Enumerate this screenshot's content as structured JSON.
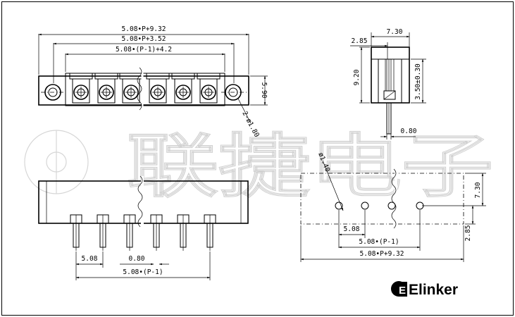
{
  "dimensions": {
    "top_overall": "5.08•P+9.32",
    "top_middle": "5.08•P+3.52",
    "top_inner": "5.08•(P-1)+4.2",
    "top_height": "5.90",
    "top_holes": "2-ø1.80",
    "side_depth": "7.30",
    "side_offset": "2.85",
    "side_height": "9.20",
    "side_pin_height": "3.50±0.30",
    "side_pin_width": "0.80",
    "front_pitch": "5.08",
    "front_pin_width": "0.80",
    "front_pin_span": "5.08•(P-1)",
    "pcb_hole_dia": "ø1.40",
    "pcb_pitch": "5.08",
    "pcb_pin_span": "5.08•(P-1)",
    "pcb_overall": "5.08•P+9.32",
    "pcb_depth": "7.30",
    "pcb_offset": "2.85"
  },
  "watermark": "联捷电子",
  "brand": {
    "logo_letter": "E",
    "name": "Elinker"
  }
}
